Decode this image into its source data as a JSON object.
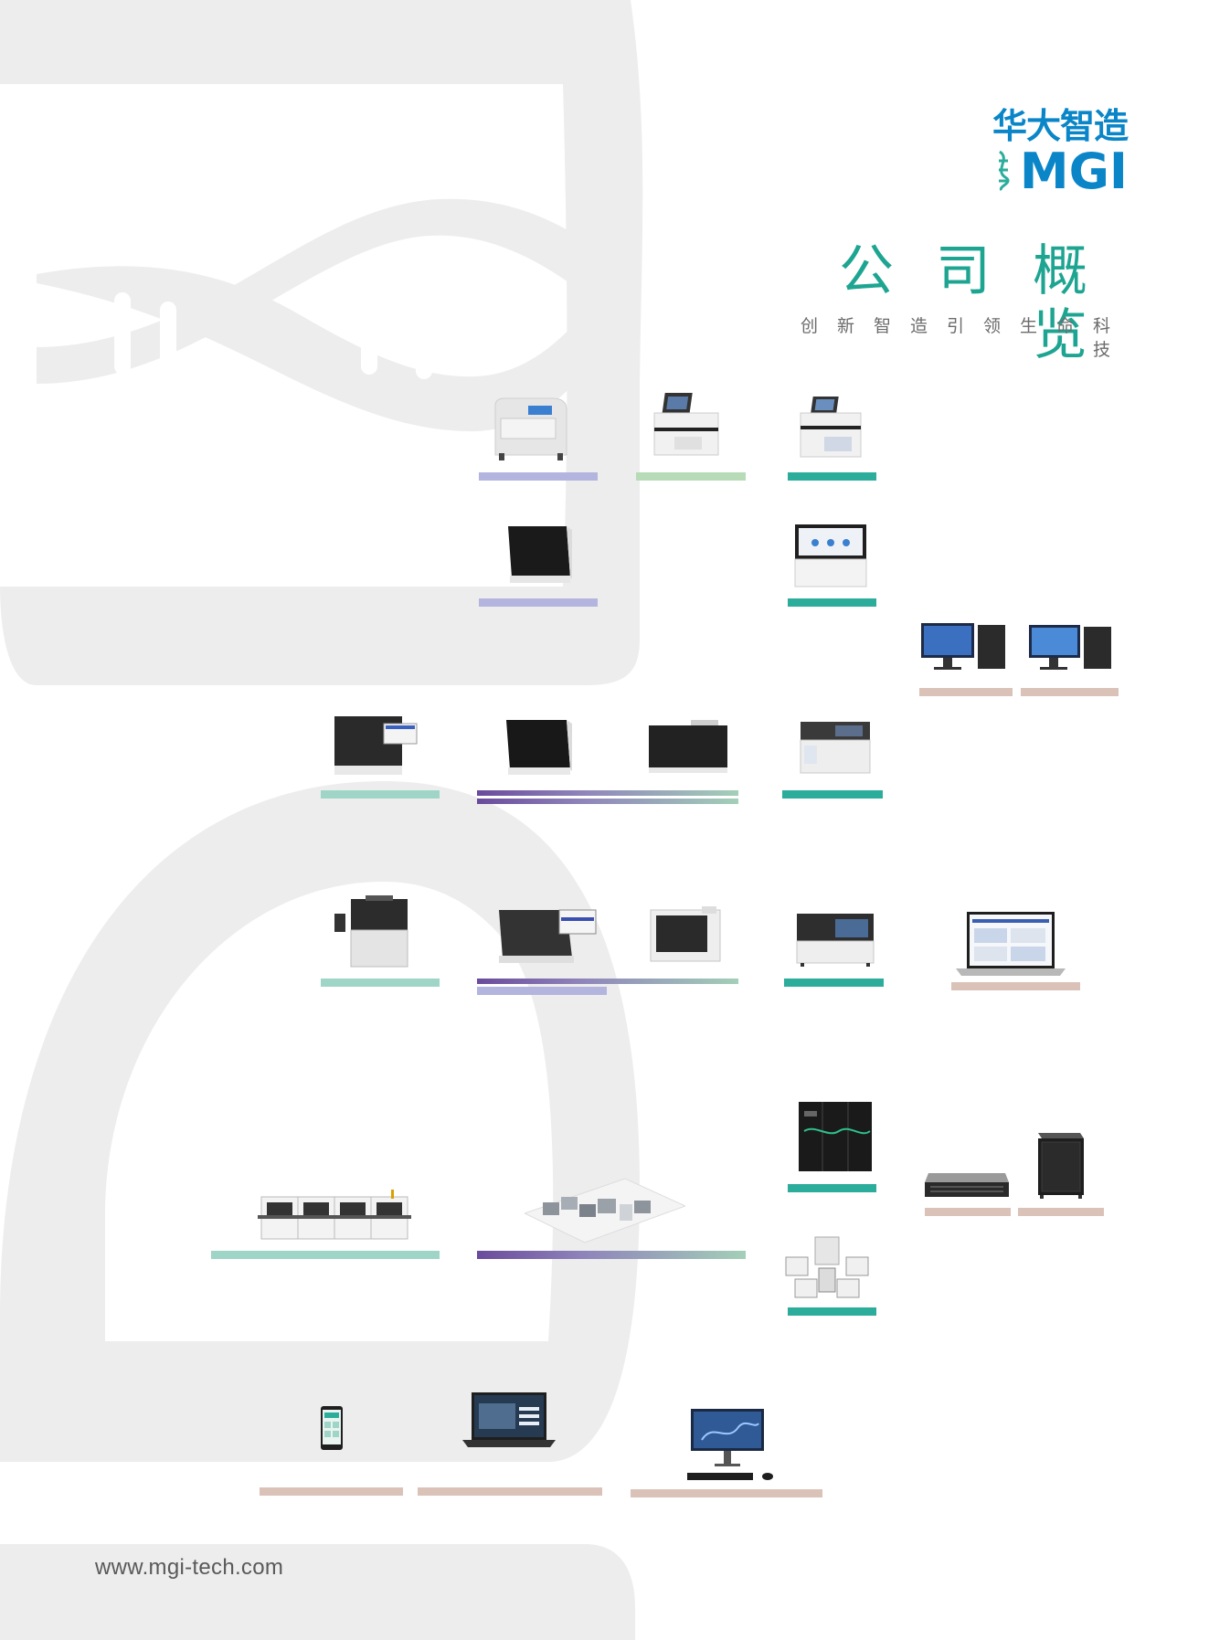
{
  "brand": {
    "logo_cn": "华大智造",
    "logo_en": "MGI"
  },
  "page_title": "公司概览",
  "slogan": "创新智造引领生命科技",
  "website": "www.mgi-tech.com",
  "colors": {
    "brand_blue": "#0a86c8",
    "title_teal": "#1ea592",
    "bar_lavender": "#b3b5de",
    "bar_light_green": "#b7dbb6",
    "bar_teal": "#2cad9c",
    "bar_mint": "#9fd5c6",
    "bar_rose": "#dbc2b8",
    "bar_gradient_start": "#6a4b9c",
    "bar_gradient_end": "#a3cfb8",
    "background_shape": "#ededed"
  },
  "products": [
    {
      "icon": "benchtop-instrument-icon",
      "bar_color": "lavender"
    },
    {
      "icon": "compact-touchscreen-instrument-icon",
      "bar_color": "light-green"
    },
    {
      "icon": "compact-touchscreen-instrument-icon",
      "bar_color": "teal"
    },
    {
      "icon": "black-cabinet-instrument-icon",
      "bar_color": "lavender"
    },
    {
      "icon": "touchscreen-analyzer-icon",
      "bar_color": "teal"
    },
    {
      "icon": "workstation-computer-icon",
      "bar_color": "rose"
    },
    {
      "icon": "workstation-computer-icon",
      "bar_color": "rose"
    },
    {
      "icon": "automated-workstation-icon",
      "bar_color": "mint"
    },
    {
      "icon": "black-cabinet-instrument-icon",
      "bar_color": "gradient"
    },
    {
      "icon": "black-cabinet-instrument-icon",
      "bar_color": "gradient"
    },
    {
      "icon": "sequencer-icon",
      "bar_color": "teal"
    },
    {
      "icon": "automated-workstation-icon",
      "bar_color": "mint"
    },
    {
      "icon": "liquid-handler-icon",
      "bar_color": "gradient"
    },
    {
      "icon": "white-cabinet-instrument-icon",
      "bar_color": "gradient"
    },
    {
      "icon": "sequencer-icon",
      "bar_color": "teal"
    },
    {
      "icon": "laptop-software-icon",
      "bar_color": "rose"
    },
    {
      "icon": "high-throughput-sequencer-icon",
      "bar_color": "teal"
    },
    {
      "icon": "server-rack-icon",
      "bar_color": "rose"
    },
    {
      "icon": "server-tower-icon",
      "bar_color": "rose"
    },
    {
      "icon": "production-line-icon",
      "bar_color": "mint"
    },
    {
      "icon": "lab-automation-system-icon",
      "bar_color": "gradient"
    },
    {
      "icon": "robotic-cell-icon",
      "bar_color": "teal"
    },
    {
      "icon": "mobile-app-icon",
      "bar_color": "rose"
    },
    {
      "icon": "laptop-software-icon",
      "bar_color": "rose"
    },
    {
      "icon": "desktop-monitor-icon",
      "bar_color": "rose"
    }
  ]
}
